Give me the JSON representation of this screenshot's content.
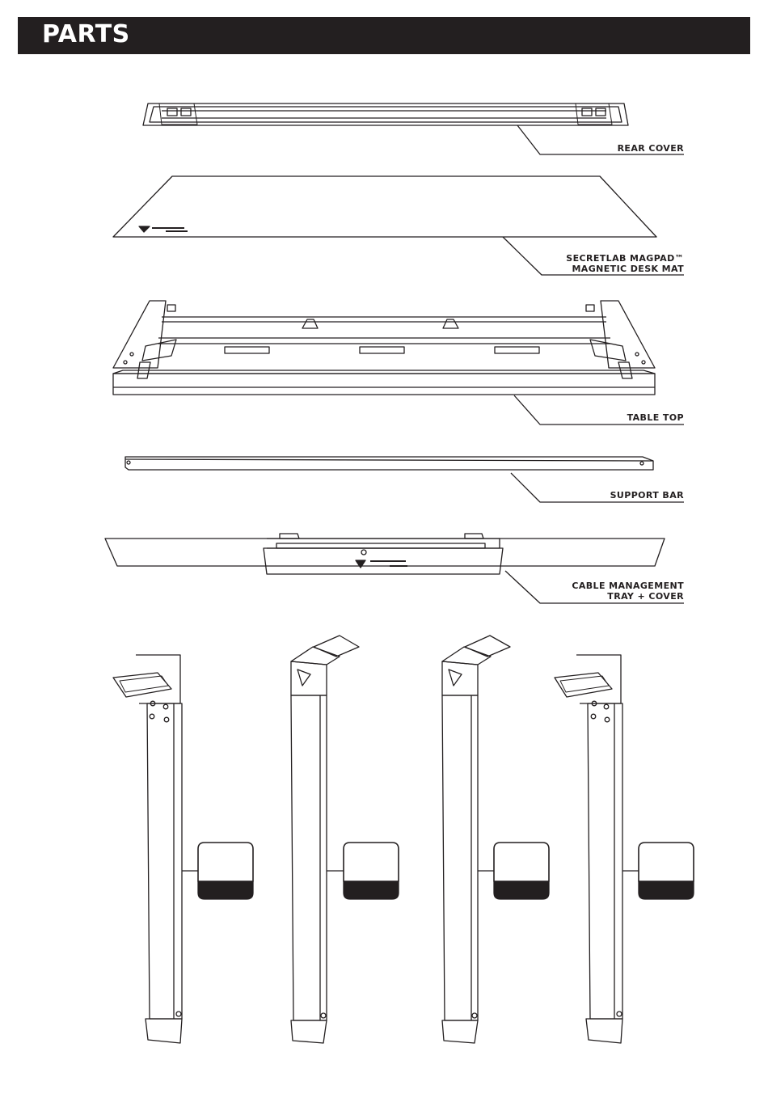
{
  "page": {
    "title": "PARTS"
  },
  "parts": [
    {
      "id": "rear-cover",
      "lines": [
        "REAR COVER"
      ]
    },
    {
      "id": "desk-mat",
      "lines": [
        "SECRETLAB MAGPAD™",
        "MAGNETIC DESK MAT"
      ]
    },
    {
      "id": "table-top",
      "lines": [
        "TABLE TOP"
      ]
    },
    {
      "id": "support-bar",
      "lines": [
        "SUPPORT BAR"
      ]
    },
    {
      "id": "cable-tray",
      "lines": [
        "CABLE MANAGEMENT",
        "TRAY + COVER"
      ]
    }
  ],
  "legs": [
    {
      "id": "leg-1",
      "icon": "leg-front-left-icon",
      "tag": ""
    },
    {
      "id": "leg-2",
      "icon": "leg-front-right-icon",
      "tag": ""
    },
    {
      "id": "leg-3",
      "icon": "leg-rear-left-icon",
      "tag": ""
    },
    {
      "id": "leg-4",
      "icon": "leg-rear-right-icon",
      "tag": ""
    }
  ],
  "colors": {
    "ink": "#231f20",
    "paper": "#ffffff"
  }
}
